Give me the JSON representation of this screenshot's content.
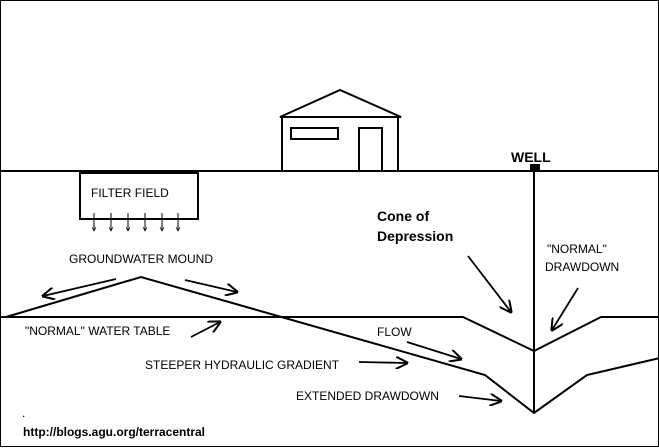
{
  "labels": {
    "well": "WELL",
    "filter_field": "FILTER FIELD",
    "groundwater_mound": "GROUNDWATER MOUND",
    "cone_line1": "Cone of",
    "cone_line2": "Depression",
    "normal_drawdown_line1": "\"NORMAL\"",
    "normal_drawdown_line2": "DRAWDOWN",
    "normal_water_table": "\"NORMAL\" WATER TABLE",
    "flow": "FLOW",
    "steeper_gradient": "STEEPER HYDRAULIC GRADIENT",
    "extended_drawdown": "EXTENDED DRAWDOWN",
    "dot": ".",
    "source_url": "http://blogs.agu.org/terracentral"
  },
  "colors": {
    "ink": "#000000",
    "background": "#ffffff"
  }
}
